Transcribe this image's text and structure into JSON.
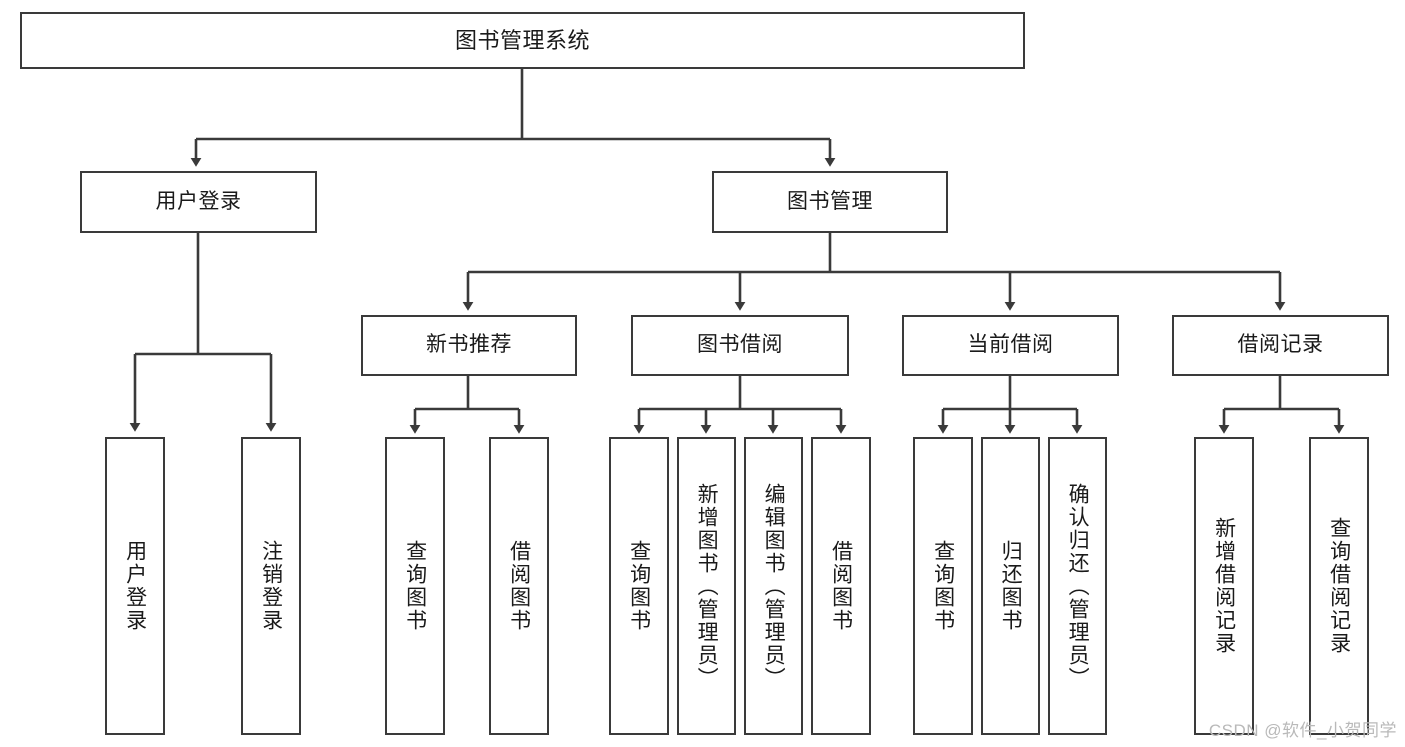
{
  "diagram": {
    "title": "图书管理系统",
    "type": "tree-hierarchy-diagram",
    "orientation": "top-down",
    "box_fill": "#ffffff",
    "box_stroke": "#3a3a3a",
    "line_color": "#3a3a3a",
    "text_color": "#1a1a1a",
    "background": "#ffffff"
  },
  "root": {
    "label": "图书管理系统"
  },
  "level2": [
    {
      "label": "用户登录"
    },
    {
      "label": "图书管理"
    }
  ],
  "level3": [
    {
      "label": "新书推荐"
    },
    {
      "label": "图书借阅"
    },
    {
      "label": "当前借阅"
    },
    {
      "label": "借阅记录"
    }
  ],
  "leaves": {
    "user_login": [
      {
        "label": "用户登录"
      },
      {
        "label": "注销登录"
      }
    ],
    "new_book_recommend": [
      {
        "label": "查询图书"
      },
      {
        "label": "借阅图书"
      }
    ],
    "book_borrow": [
      {
        "label": "查询图书"
      },
      {
        "label": "新增图书（管理员）"
      },
      {
        "label": "编辑图书（管理员）"
      },
      {
        "label": "借阅图书"
      }
    ],
    "current_borrow": [
      {
        "label": "查询图书"
      },
      {
        "label": "归还图书"
      },
      {
        "label": "确认归还（管理员）"
      }
    ],
    "borrow_record": [
      {
        "label": "新增借阅记录"
      },
      {
        "label": "查询借阅记录"
      }
    ]
  },
  "watermark": {
    "text": "CSDN @软件_小贺同学"
  }
}
